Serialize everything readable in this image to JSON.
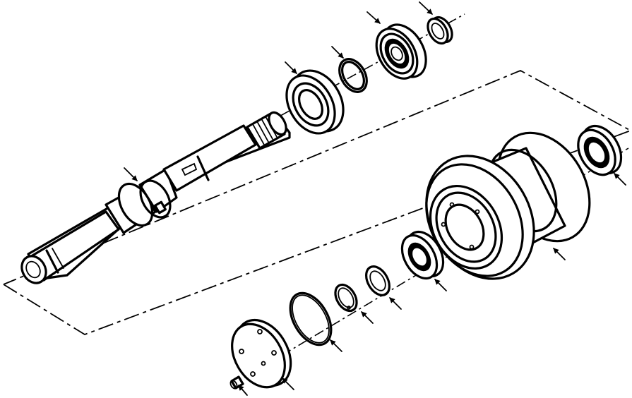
{
  "diagram": {
    "type": "exploded-parts-view",
    "parts": [
      "shaft",
      "seal-upper",
      "snap-ring-upper",
      "bearing-upper",
      "seal-ring-top",
      "roller-body",
      "seal-right",
      "bearing-lower",
      "washer",
      "snap-ring-lower",
      "o-ring",
      "end-cover",
      "plug"
    ],
    "callout_count": 13
  }
}
